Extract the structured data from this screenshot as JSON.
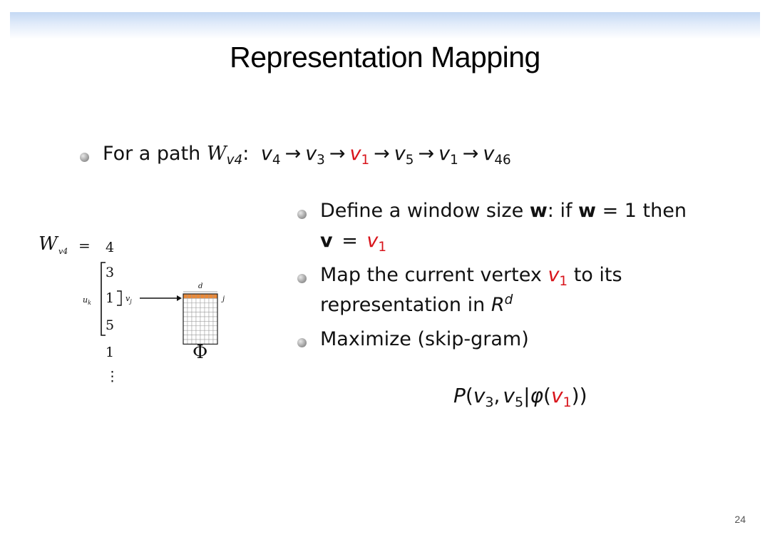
{
  "title": "Representation Mapping",
  "bullet1": {
    "prefix": "For a path",
    "path_symbol": "W",
    "path_symbol_sub": "v4",
    "colon": ":",
    "sequence": [
      {
        "base": "v",
        "sub": "4",
        "highlight": false
      },
      {
        "base": "v",
        "sub": "3",
        "highlight": false
      },
      {
        "base": "v",
        "sub": "1",
        "highlight": true
      },
      {
        "base": "v",
        "sub": "5",
        "highlight": false
      },
      {
        "base": "v",
        "sub": "1",
        "highlight": false
      },
      {
        "base": "v",
        "sub": "46",
        "highlight": false
      }
    ],
    "arrow": "→"
  },
  "bullet2": {
    "text_a": "Define a window size",
    "bold_w": "w",
    "text_b": ": if",
    "bold_w2": "w",
    "text_c": "= 1 then",
    "bold_v": "v",
    "eq": "=",
    "v_base": "v",
    "v_sub": "1"
  },
  "bullet3": {
    "text_a": "Map the current vertex",
    "v_base": "v",
    "v_sub": "1",
    "text_b": "to its",
    "text_c": "representation in",
    "R": "R",
    "R_sup": "d"
  },
  "bullet4": {
    "text": "Maximize (skip-gram)"
  },
  "formula": {
    "P": "P",
    "open": "(",
    "v3_base": "v",
    "v3_sub": "3",
    "comma": ",",
    "v5_base": "v",
    "v5_sub": "5",
    "bar": "|",
    "phi": "φ",
    "open2": "(",
    "v1_base": "v",
    "v1_sub": "1",
    "close": "))"
  },
  "diagram": {
    "walk_label": "W",
    "walk_label_sub": "v4",
    "equals": "=",
    "walk_values": [
      "4",
      "3",
      "1",
      "5",
      "1"
    ],
    "dots": "⋮",
    "uk_label": "u",
    "uk_sub": "k",
    "vj_label": "v",
    "vj_sub": "j",
    "d_label": "d",
    "j_label": "j",
    "phi_label": "Φ"
  },
  "page_number": "24",
  "colors": {
    "highlight": "#d8141b",
    "matrix_row": "#e98a3a",
    "title_bar": "#c4d8f3"
  }
}
